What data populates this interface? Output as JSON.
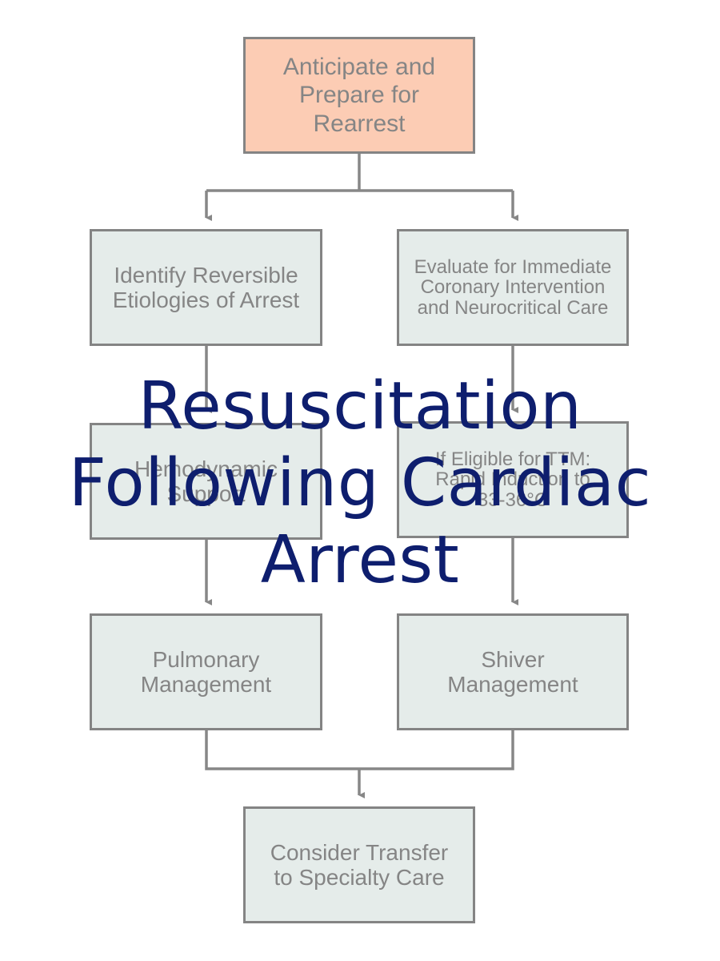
{
  "nodes": {
    "anticipate": [
      "Anticipate and",
      "Prepare for",
      "Rearrest"
    ],
    "identify": [
      "Identify Reversible",
      "Etiologies of Arrest"
    ],
    "evaluate": [
      "Evaluate for Immediate",
      "Coronary Intervention",
      "and Neurocritical Care"
    ],
    "hemodynamic": [
      "Hemodynamic",
      "Support"
    ],
    "ttm": [
      "If Eligible for TTM:",
      "Rapid Induction to",
      "33-36°C"
    ],
    "pulmonary": [
      "Pulmonary",
      "Management"
    ],
    "shiver": [
      "Shiver",
      "Management"
    ],
    "transfer": [
      "Consider Transfer",
      "to Specialty Care"
    ]
  },
  "overlay_title": [
    "Resuscitation",
    "Following Cardiac",
    "Arrest"
  ],
  "colors": {
    "box_border": "#848484",
    "box_fill": "#e5ecea",
    "start_fill": "#fcccb4",
    "box_text": "#858585",
    "title": "#0e1e6e",
    "line": "#878787"
  }
}
